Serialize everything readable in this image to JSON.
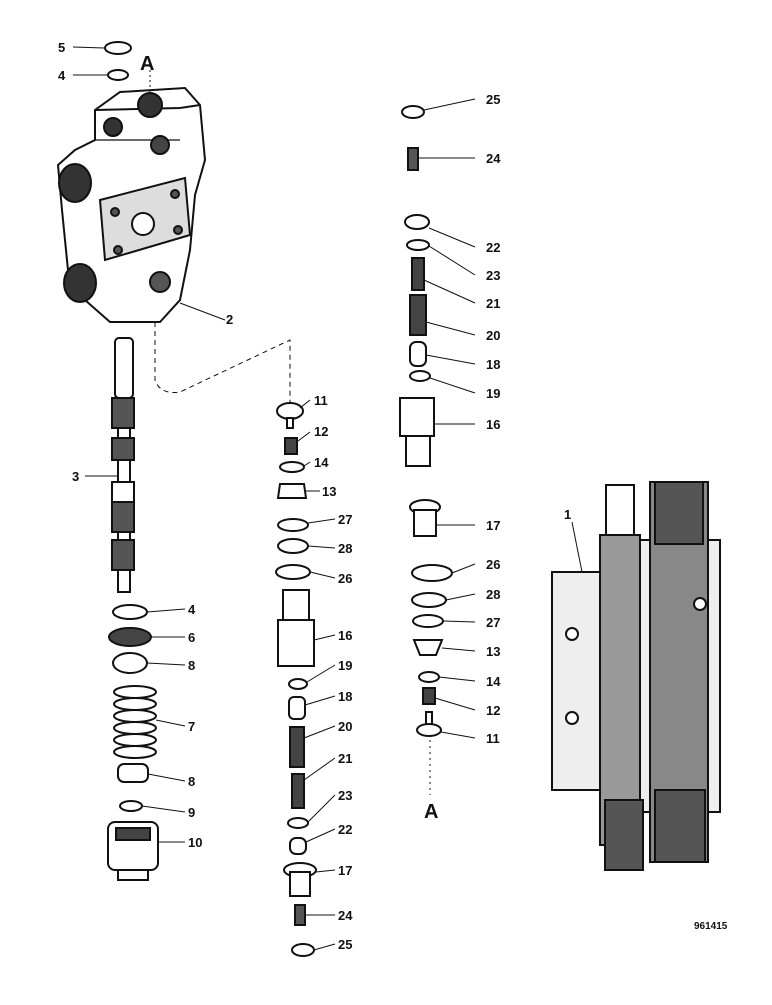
{
  "reference_code": "961415",
  "section_marks": [
    "A",
    "A"
  ],
  "callouts": {
    "left": [
      "5",
      "4",
      "2",
      "3",
      "4",
      "6",
      "8",
      "7",
      "8",
      "9",
      "10"
    ],
    "middle": [
      "11",
      "12",
      "14",
      "13",
      "27",
      "28",
      "26",
      "16",
      "19",
      "18",
      "20",
      "21",
      "23",
      "22",
      "17",
      "24",
      "25"
    ],
    "right_top": [
      "25",
      "24",
      "22",
      "23",
      "21",
      "20",
      "18",
      "19",
      "16"
    ],
    "right_bottom": [
      "17",
      "26",
      "28",
      "27",
      "13",
      "14",
      "12",
      "11"
    ],
    "section_view": [
      "1"
    ]
  }
}
